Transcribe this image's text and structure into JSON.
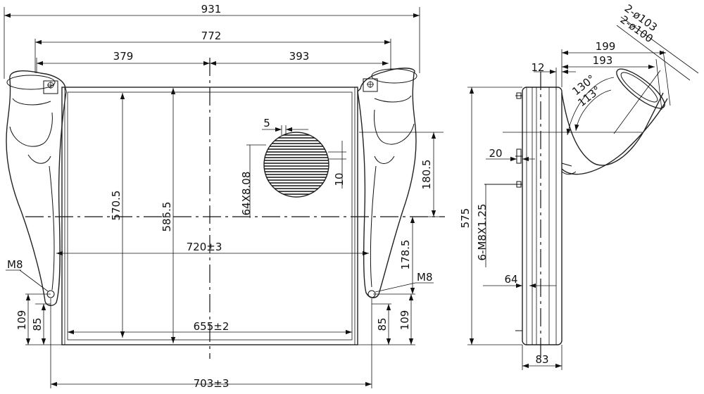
{
  "front_view": {
    "overall_width": "931",
    "tank_span": "772",
    "left_to_center": "379",
    "right_to_center": "393",
    "hole_gap": "5",
    "hole_spec": "64X8.08",
    "hole_offset": "10",
    "hole_center_height": "180.5",
    "core_height": "570.5",
    "frame_height": "585.5",
    "core_width": "720±3",
    "mount_height": "178.5",
    "inner_width": "655±2",
    "mount_spacing": "703±3",
    "left_thread": "M8",
    "right_thread": "M8",
    "left_bottom_outer": "109",
    "left_bottom_inner": "85",
    "right_bottom_inner": "85",
    "right_bottom_outer": "109"
  },
  "side_view": {
    "outlet_spec_a": "2-ø103",
    "outlet_spec_b": "2-ø100",
    "width_199": "199",
    "width_193": "193",
    "flange_12": "12",
    "angle_130": "130°",
    "angle_113": "113°",
    "stud_20": "20",
    "height_575": "575",
    "stud_spec": "6-M8X1.25",
    "depth_64": "64",
    "depth_83": "83"
  }
}
